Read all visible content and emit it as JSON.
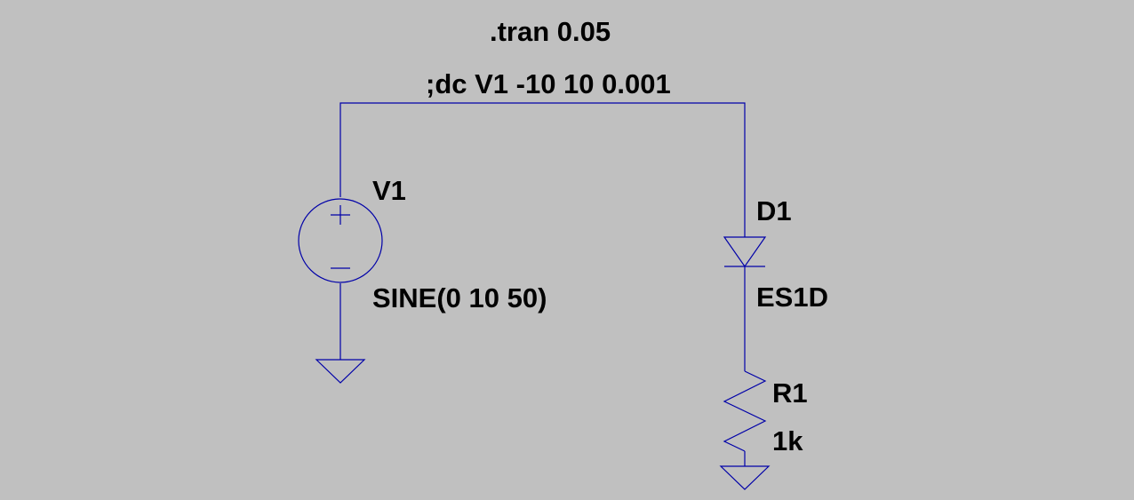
{
  "canvas": {
    "background_color": "#c0c0c0",
    "wire_color": "#0000a8",
    "text_color": "#000000"
  },
  "directives": {
    "tran": ".tran 0.05",
    "dc_comment": ";dc V1 -10 10 0.001"
  },
  "components": {
    "v1": {
      "name": "V1",
      "value": "SINE(0 10 50)",
      "plus_symbol": "+",
      "minus_symbol": "−",
      "icon": "voltage-source-icon"
    },
    "d1": {
      "name": "D1",
      "value": "ES1D",
      "icon": "diode-icon"
    },
    "r1": {
      "name": "R1",
      "value": "1k",
      "icon": "resistor-icon"
    }
  },
  "grounds": [
    {
      "icon": "ground-icon"
    },
    {
      "icon": "ground-icon"
    }
  ]
}
